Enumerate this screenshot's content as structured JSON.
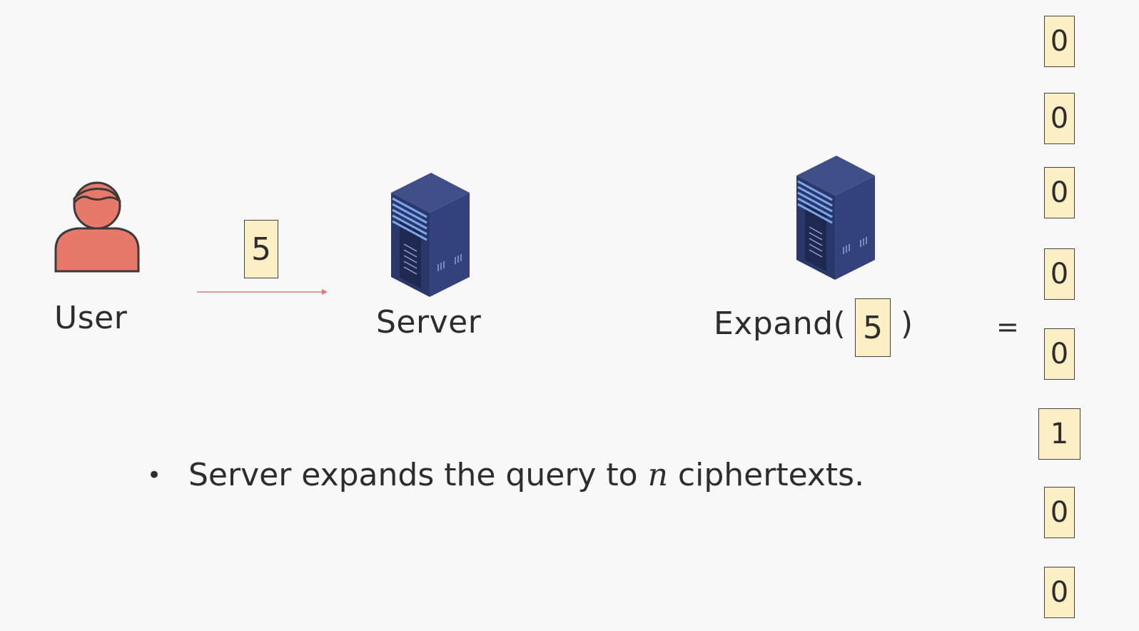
{
  "user": {
    "label": "User"
  },
  "query": {
    "value": "5"
  },
  "server1": {
    "label": "Server"
  },
  "expand": {
    "prefix": "Expand(",
    "arg": "5",
    "suffix": ")"
  },
  "equals": "=",
  "vector": [
    "0",
    "0",
    "0",
    "0",
    "0",
    "1",
    "0",
    "0"
  ],
  "bullet": {
    "marker": "•",
    "text_before": "Server expands the query to ",
    "variable": "n",
    "text_after": " ciphertexts."
  },
  "colors": {
    "user_fill": "#e8786a",
    "server_dark": "#2d3a6e",
    "server_light": "#7aa7ea",
    "cell_fill": "#fcefc4",
    "arrow": "#e27a6f"
  }
}
